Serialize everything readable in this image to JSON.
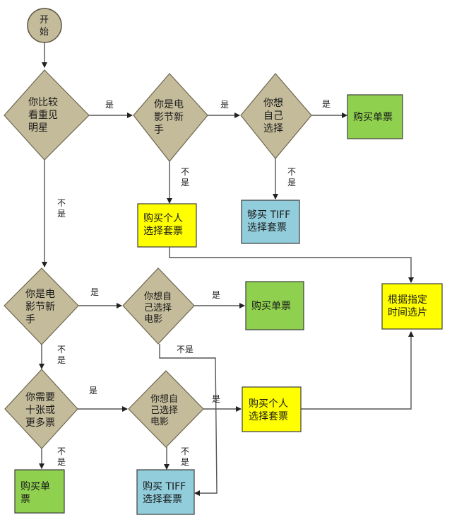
{
  "colors": {
    "decision": "#c4bb9a",
    "green": "#8fd14f",
    "yellow": "#ffff00",
    "blue": "#92cddc"
  },
  "nodes": {
    "start": {
      "lines": [
        "开",
        "始"
      ]
    },
    "d1": {
      "lines": [
        "你比较",
        "看重见",
        "明星"
      ]
    },
    "d2": {
      "lines": [
        "你是电",
        "影节新",
        "手"
      ]
    },
    "d3": {
      "lines": [
        "你想",
        "自己",
        "选择"
      ]
    },
    "b1": {
      "lines": [
        "购买单票"
      ]
    },
    "b2": {
      "lines": [
        "购买个人",
        "选择套票"
      ]
    },
    "b3": {
      "lines": [
        "够买 TIFF",
        "选择套票"
      ]
    },
    "d4": {
      "lines": [
        "你是电",
        "影节新",
        "手"
      ]
    },
    "d5": {
      "lines": [
        "你想自",
        "己选择",
        "电影"
      ]
    },
    "b4": {
      "lines": [
        "购买单票"
      ]
    },
    "b5": {
      "lines": [
        "根据指定",
        "时间选片"
      ]
    },
    "d6": {
      "lines": [
        "你需要",
        "十张或",
        "更多票"
      ]
    },
    "d7": {
      "lines": [
        "你想自",
        "己选择",
        "电影"
      ]
    },
    "b6": {
      "lines": [
        "购买个人",
        "选择套票"
      ]
    },
    "b7": {
      "lines": [
        "购买单",
        "票"
      ]
    },
    "b8": {
      "lines": [
        "购买 TIFF",
        "选择套票"
      ]
    }
  },
  "edge_labels": {
    "yes": "是",
    "no_1": "不",
    "no_2": "是",
    "no_inline": "不是"
  }
}
